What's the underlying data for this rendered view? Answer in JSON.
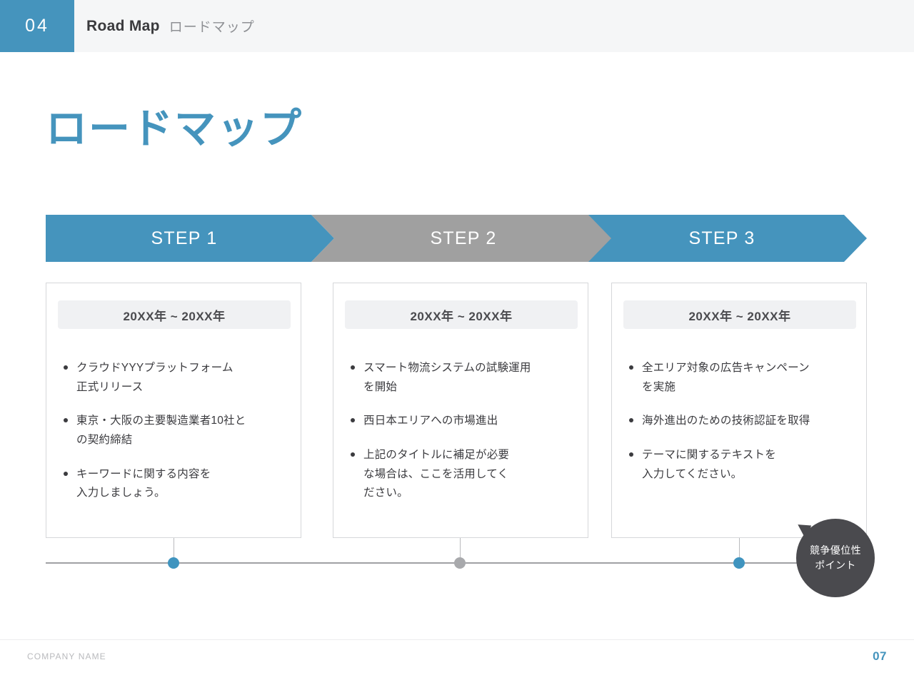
{
  "header": {
    "badge_number": "04",
    "title_en": "Road Map",
    "title_jp": "ロードマップ"
  },
  "page_title": "ロードマップ",
  "steps": [
    {
      "label": "STEP 1",
      "color": "#4594bd"
    },
    {
      "label": "STEP 2",
      "color": "#a0a0a0"
    },
    {
      "label": "STEP 3",
      "color": "#4594bd"
    }
  ],
  "cards": [
    {
      "date": "20XX年 ~ 20XX年",
      "bullets": [
        "クラウドYYYプラットフォーム\n正式リリース",
        "東京・大阪の主要製造業者10社と\nの契約締結",
        "キーワードに関する内容を\n入力しましょう。"
      ]
    },
    {
      "date": "20XX年 ~ 20XX年",
      "bullets": [
        "スマート物流システムの試験運用\nを開始",
        "西日本エリアへの市場進出",
        "上記のタイトルに補足が必要\nな場合は、ここを活用してく\nださい。"
      ]
    },
    {
      "date": "20XX年 ~ 20XX年",
      "bullets": [
        "全エリア対象の広告キャンペーン\nを実施",
        "海外進出のための技術認証を取得",
        "テーマに関するテキストを\n入力してください。"
      ]
    }
  ],
  "timeline": {
    "dots": [
      {
        "color": "#3f94bf"
      },
      {
        "color": "#a8a9ac"
      },
      {
        "color": "#3f94bf"
      }
    ]
  },
  "callout": {
    "line1": "競争優位性",
    "line2": "ポイント",
    "color": "#4a4a4e"
  },
  "footer": {
    "company": "COMPANY NAME",
    "page_number": "07"
  },
  "colors": {
    "accent_blue": "#4594bd",
    "neutral_gray": "#a0a0a0",
    "header_bg": "#f5f6f7",
    "date_band": "#f0f1f3",
    "card_border": "#d6d7da"
  }
}
